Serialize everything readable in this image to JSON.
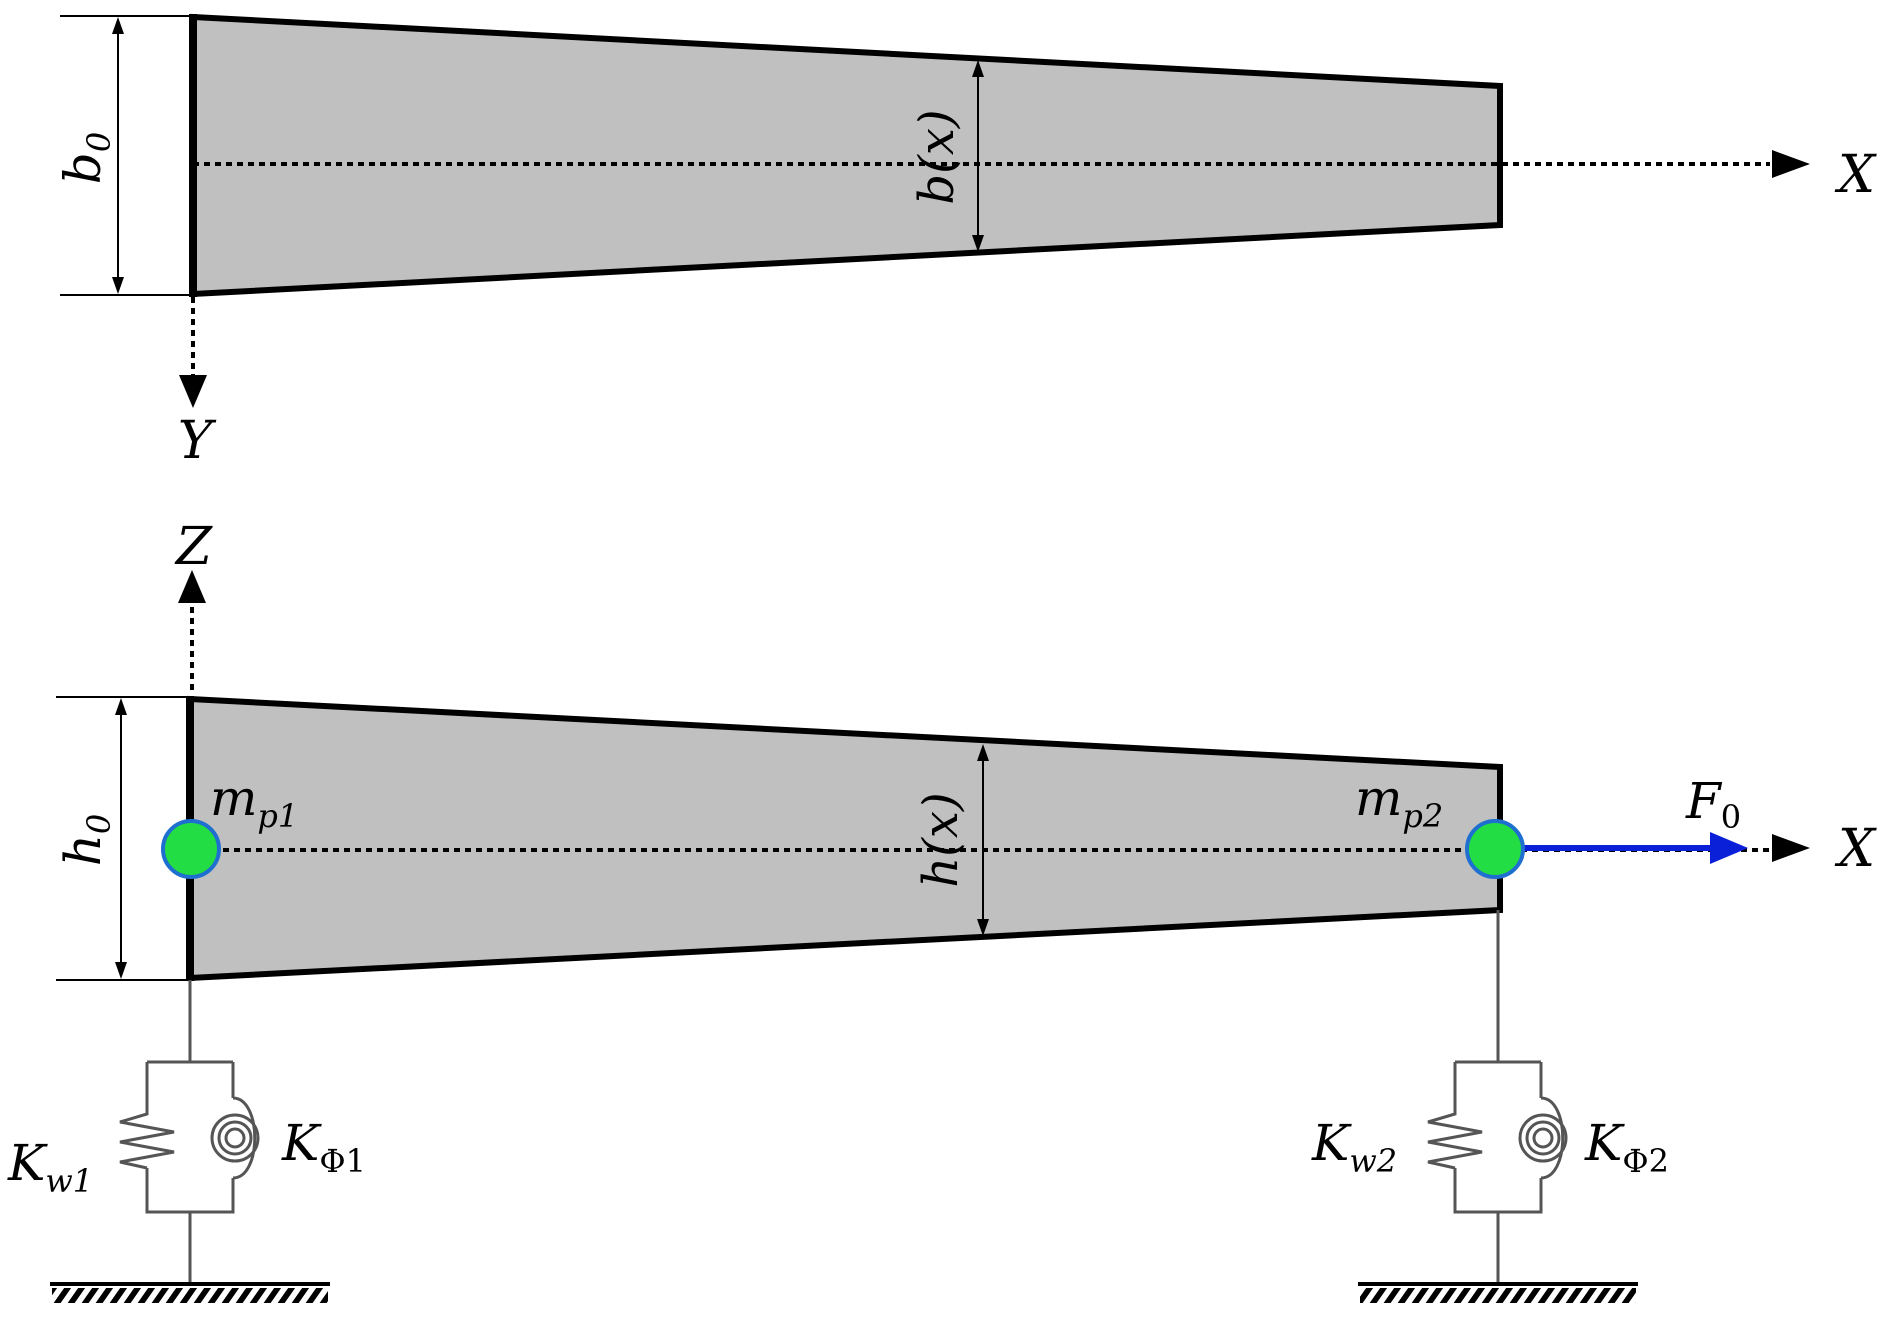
{
  "top_view": {
    "width_root_label": "b",
    "width_root_sub": "0",
    "width_var_label": "b(x)",
    "x_axis_label": "X",
    "y_axis_label": "Y"
  },
  "side_view": {
    "height_root_label": "h",
    "height_root_sub": "0",
    "height_var_label": "h(x)",
    "x_axis_label": "X",
    "z_axis_label": "Z",
    "mass1_label": "m",
    "mass1_sub": "p1",
    "mass2_label": "m",
    "mass2_sub": "p2",
    "force_label": "F",
    "force_sub": "0",
    "spring_w1_label": "K",
    "spring_w1_sub": "w1",
    "spring_phi1_label": "K",
    "spring_phi1_sub": "Φ1",
    "spring_w2_label": "K",
    "spring_w2_sub": "w2",
    "spring_phi2_label": "K",
    "spring_phi2_sub": "Φ2"
  },
  "colors": {
    "beam_fill": "#c0c0c0",
    "mass_fill": "#22dd44",
    "mass_stroke": "#1f6fd0",
    "force_arrow": "#0a1fd8",
    "spring": "#555555"
  }
}
